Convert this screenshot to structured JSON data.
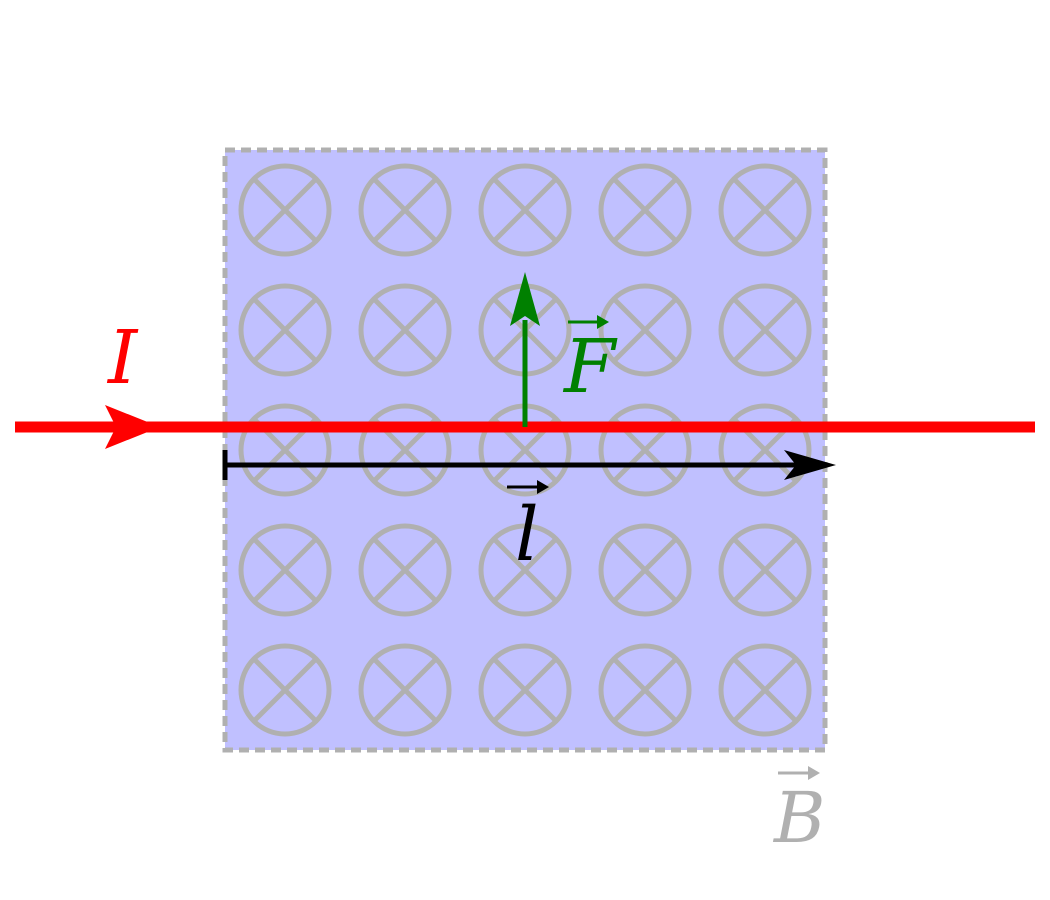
{
  "diagram": {
    "field_grid": {
      "rows": 5,
      "cols": 5,
      "symbol": "into-page-cross-icon"
    },
    "labels": {
      "current": "I",
      "force": "F",
      "length": "l",
      "field": "B"
    },
    "colors": {
      "field_fill": "#c0c0ff",
      "field_border": "#b0b0b0",
      "field_symbol": "#b0b0b0",
      "current": "#ff0000",
      "force": "#008000",
      "length": "#000000",
      "field_label": "#b0b0b0"
    }
  }
}
